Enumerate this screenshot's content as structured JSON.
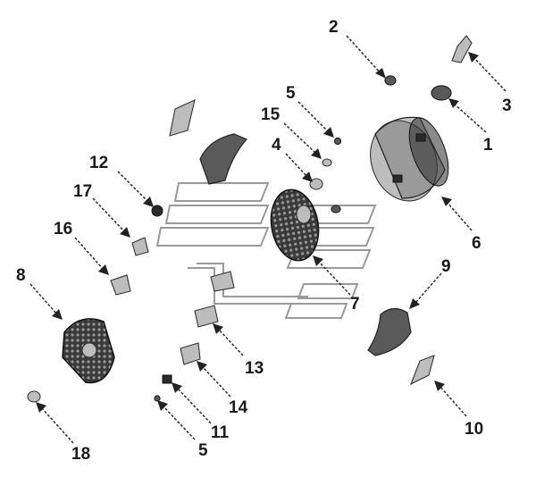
{
  "diagram": {
    "callouts": [
      {
        "id": "c2",
        "text": "2"
      },
      {
        "id": "c3",
        "text": "3"
      },
      {
        "id": "c5a",
        "text": "5"
      },
      {
        "id": "c15",
        "text": "15"
      },
      {
        "id": "c1",
        "text": "1"
      },
      {
        "id": "c4",
        "text": "4"
      },
      {
        "id": "c12",
        "text": "12"
      },
      {
        "id": "c17",
        "text": "17"
      },
      {
        "id": "c16",
        "text": "16"
      },
      {
        "id": "c6",
        "text": "6"
      },
      {
        "id": "c8",
        "text": "8"
      },
      {
        "id": "c9",
        "text": "9"
      },
      {
        "id": "c7",
        "text": "7"
      },
      {
        "id": "c13",
        "text": "13"
      },
      {
        "id": "c14",
        "text": "14"
      },
      {
        "id": "c11",
        "text": "11"
      },
      {
        "id": "c5b",
        "text": "5"
      },
      {
        "id": "c10",
        "text": "10"
      },
      {
        "id": "c18",
        "text": "18"
      }
    ]
  }
}
